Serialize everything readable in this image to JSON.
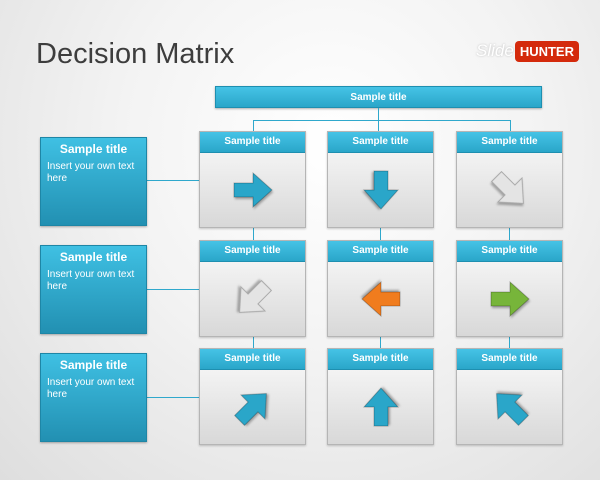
{
  "title": "Decision Matrix",
  "logo": {
    "slide": "Slide",
    "hunter": "HUNTER"
  },
  "top_title": "Sample title",
  "left_boxes": [
    {
      "title": "Sample title",
      "text": "Insert your own text here"
    },
    {
      "title": "Sample title",
      "text": "Insert your own text here"
    },
    {
      "title": "Sample title",
      "text": "Insert your own text here"
    }
  ],
  "cards": [
    {
      "title": "Sample title",
      "icon": "arrow-right-icon",
      "color": "#2aa6c9"
    },
    {
      "title": "Sample title",
      "icon": "arrow-down-icon",
      "color": "#2aa6c9"
    },
    {
      "title": "Sample title",
      "icon": "arrow-down-right-icon",
      "color": "#e4e4e4"
    },
    {
      "title": "Sample title",
      "icon": "arrow-down-left-icon",
      "color": "#e4e4e4"
    },
    {
      "title": "Sample title",
      "icon": "arrow-left-icon",
      "color": "#f07c1e"
    },
    {
      "title": "Sample title",
      "icon": "arrow-right-icon",
      "color": "#77b53a"
    },
    {
      "title": "Sample title",
      "icon": "arrow-up-right-icon",
      "color": "#2aa6c9"
    },
    {
      "title": "Sample title",
      "icon": "arrow-up-icon",
      "color": "#2aa6c9"
    },
    {
      "title": "Sample title",
      "icon": "arrow-up-left-icon",
      "color": "#2aa6c9"
    }
  ]
}
